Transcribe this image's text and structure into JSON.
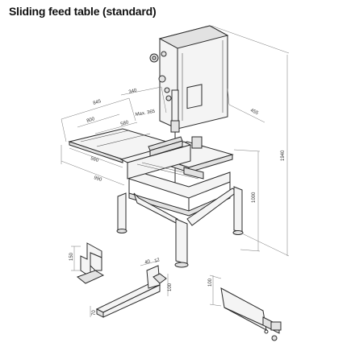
{
  "title": "Sliding feed table (standard)",
  "dimensions": {
    "d845": "845",
    "d340": "340",
    "d800": "800",
    "max365": "Max. 365",
    "d580": "580",
    "d560": "560",
    "d990": "990",
    "d455": "455",
    "d1940": "1940",
    "d1000": "1000",
    "d150": "150",
    "d40": "40",
    "d12": "12",
    "d100a": "100",
    "d70": "70",
    "d100b": "100"
  }
}
